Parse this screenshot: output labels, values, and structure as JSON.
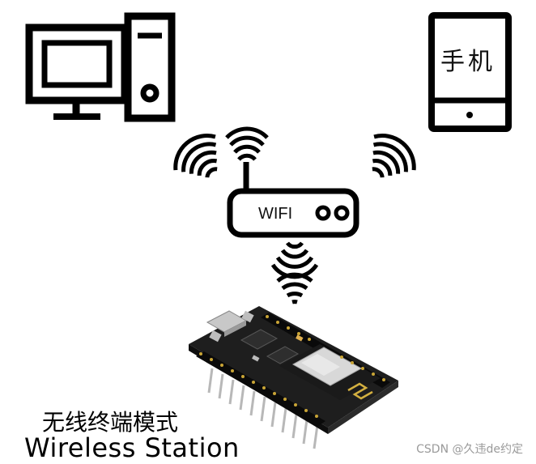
{
  "router": {
    "label": "WIFI"
  },
  "phone": {
    "label": "手机"
  },
  "caption": {
    "chinese": "无线终端模式",
    "english": "Wireless Station"
  },
  "watermark": "CSDN @久违de约定",
  "icons": {
    "computer": "desktop-computer-icon",
    "phone": "mobile-phone-icon",
    "router": "wifi-router-icon",
    "signal": "wifi-signal-icon",
    "board": "esp8266-nodemcu-board"
  },
  "colors": {
    "line": "#000000",
    "board": "#1e1e1e",
    "module": "#d8d8d8"
  }
}
